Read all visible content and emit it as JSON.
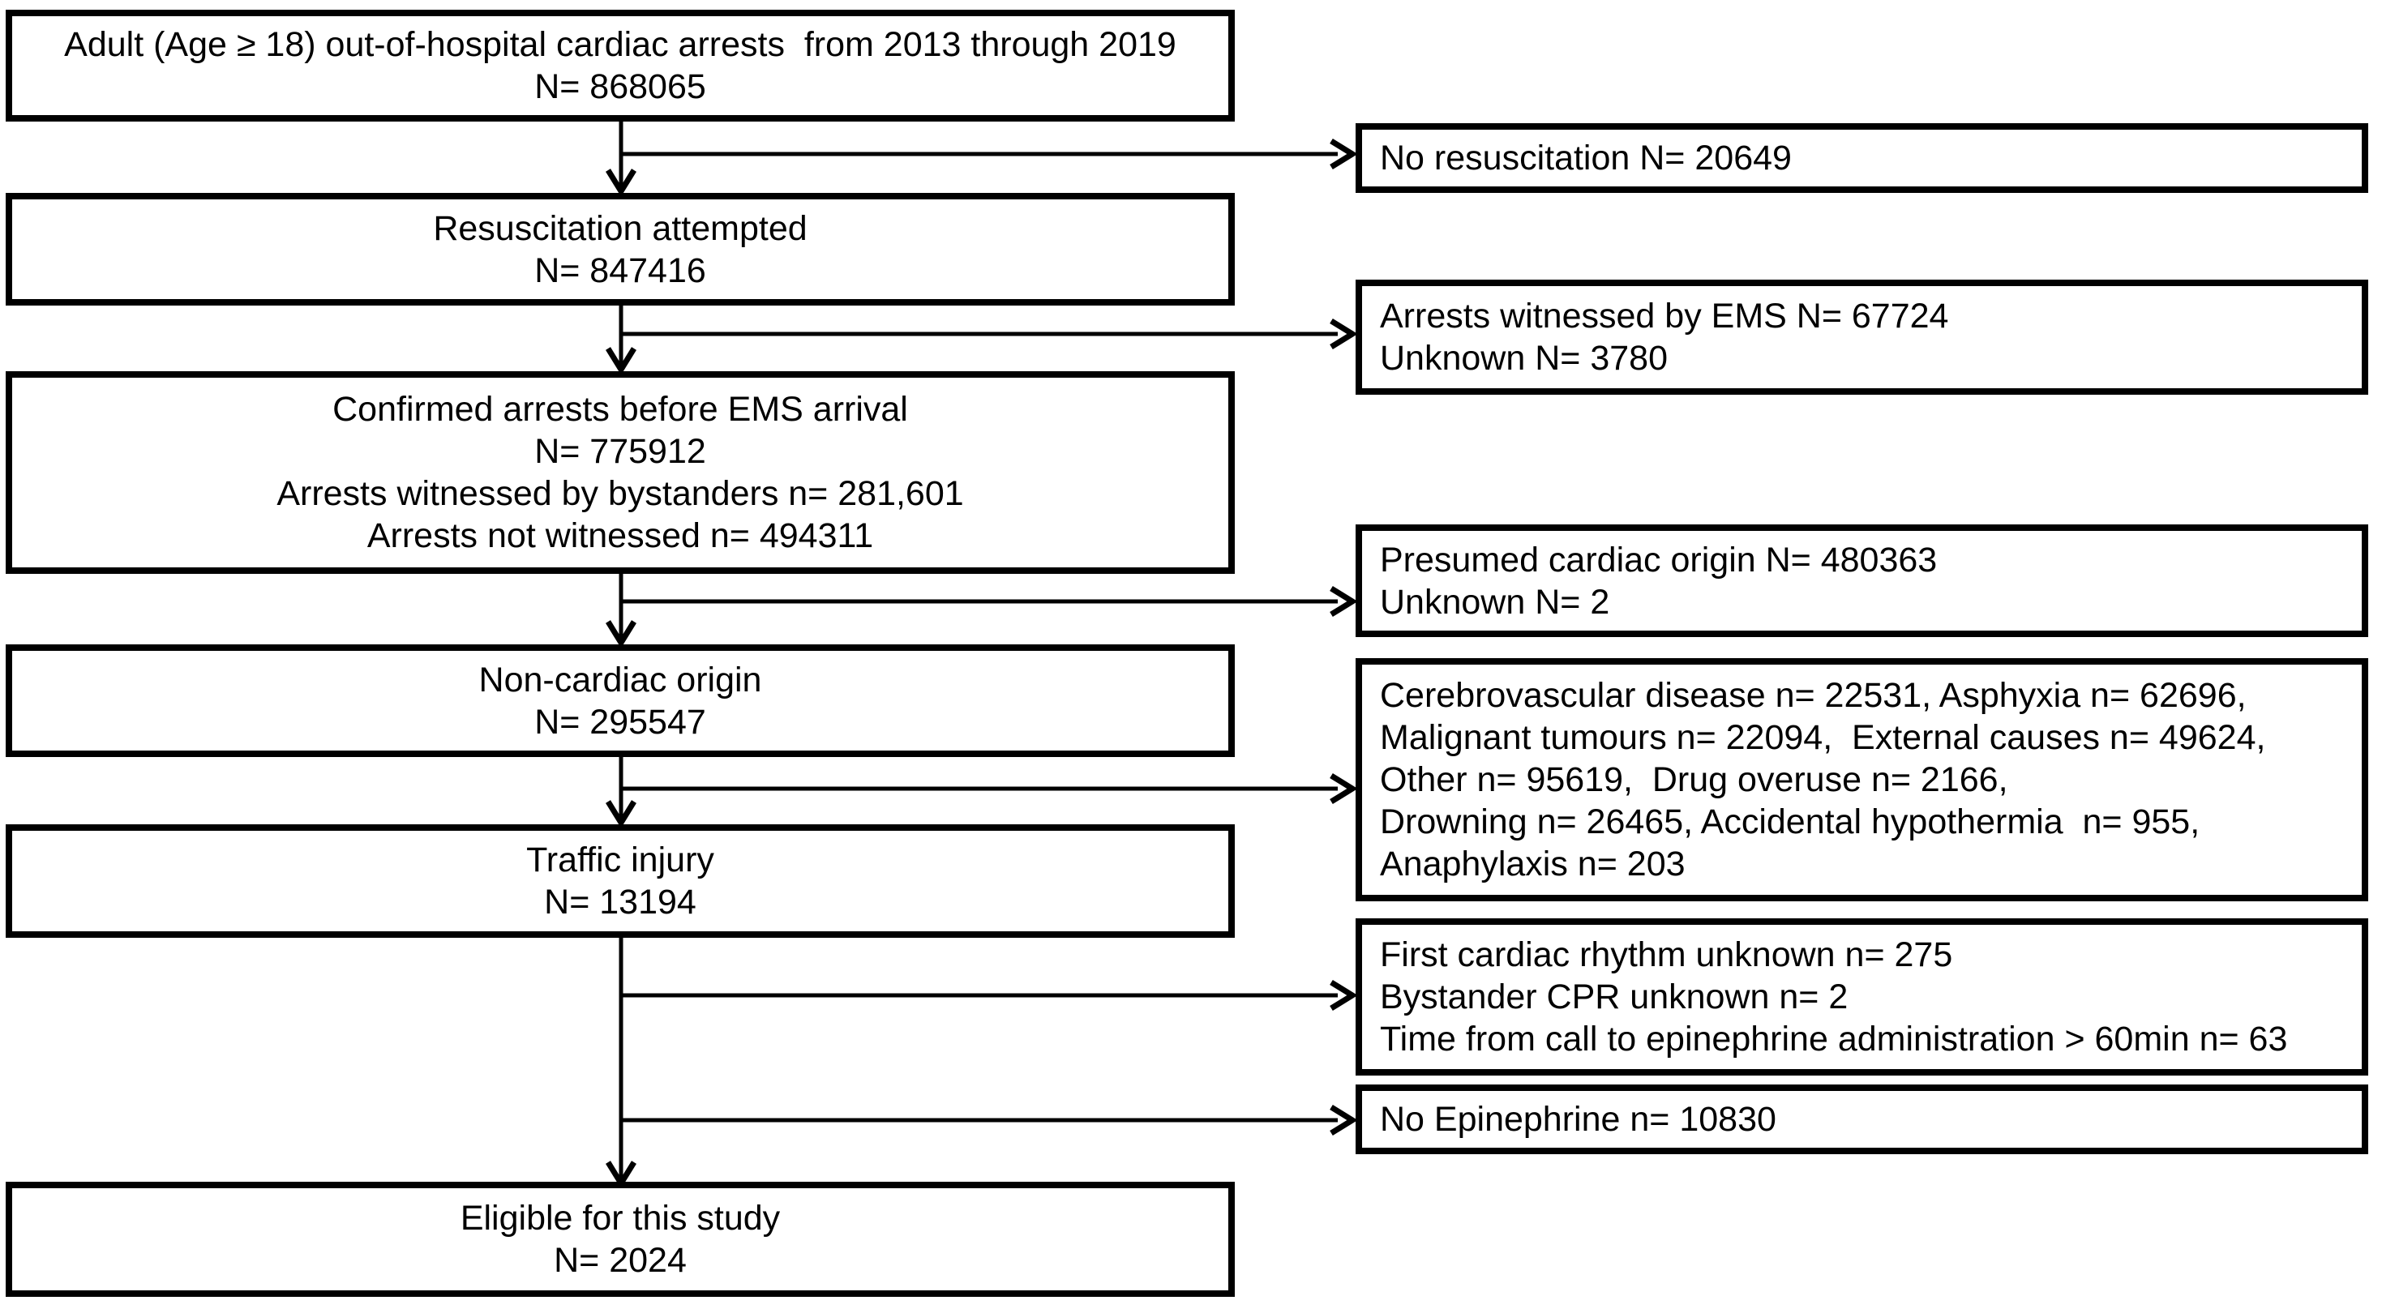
{
  "page": {
    "background_color": "#ffffff",
    "line_color": "#000000",
    "kind": "study-flow-diagram"
  },
  "diagram": {
    "main_flow": [
      {
        "name": "total-arrests",
        "lines": [
          "Adult (Age ≥ 18) out-of-hospital cardiac arrests  from 2013 through 2019",
          "N= 868065"
        ]
      },
      {
        "name": "resuscitation-attempted",
        "lines": [
          "Resuscitation attempted",
          "N= 847416"
        ]
      },
      {
        "name": "confirmed-arrests",
        "lines": [
          "Confirmed arrests before EMS arrival",
          "N= 775912",
          "Arrests witnessed by bystanders n= 281,601",
          "Arrests not witnessed n= 494311"
        ]
      },
      {
        "name": "non-cardiac-origin",
        "lines": [
          "Non-cardiac origin",
          "N= 295547"
        ]
      },
      {
        "name": "traffic-injury",
        "lines": [
          "Traffic injury",
          "N= 13194"
        ]
      },
      {
        "name": "eligible",
        "lines": [
          "Eligible for this study",
          "N= 2024"
        ]
      }
    ],
    "exclusions": [
      {
        "name": "no-resuscitation",
        "lines": [
          "No resuscitation N= 20649"
        ]
      },
      {
        "name": "ems-witnessed",
        "lines": [
          "Arrests witnessed by EMS N= 67724",
          "Unknown N= 3780"
        ]
      },
      {
        "name": "presumed-cardiac-origin",
        "lines": [
          "Presumed cardiac origin N= 480363",
          "Unknown N= 2"
        ]
      },
      {
        "name": "non-cardiac-causes",
        "lines": [
          "Cerebrovascular disease n= 22531, Asphyxia n= 62696,",
          "Malignant tumours n= 22094,  External causes n= 49624,",
          "Other n= 95619,  Drug overuse n= 2166,",
          "Drowning n= 26465, Accidental hypothermia  n= 955,",
          "Anaphylaxis n= 203"
        ]
      },
      {
        "name": "missing-data",
        "lines": [
          "First cardiac rhythm unknown n= 275",
          "Bystander CPR unknown n= 2",
          "Time from call to epinephrine administration > 60min n= 63"
        ]
      },
      {
        "name": "no-epinephrine",
        "lines": [
          "No Epinephrine n= 10830"
        ]
      }
    ]
  }
}
